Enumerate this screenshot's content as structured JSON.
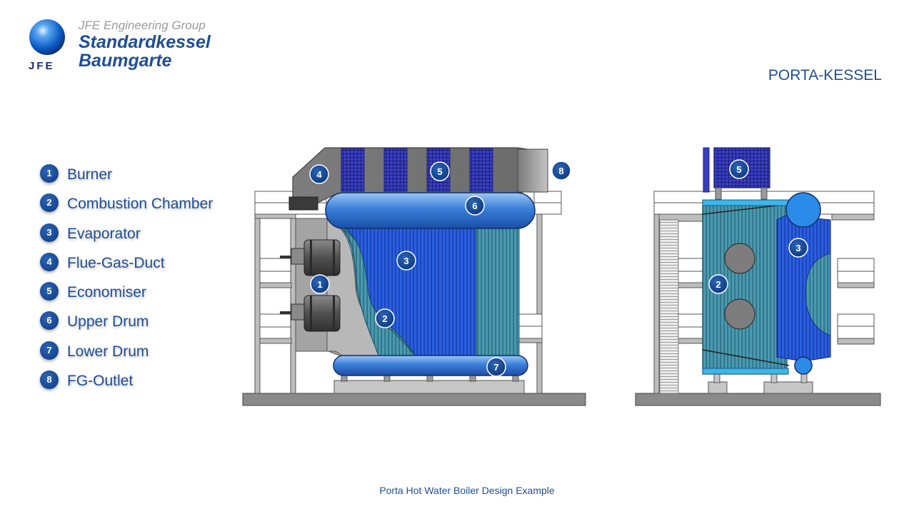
{
  "logo": {
    "group_text": "JFE Engineering Group",
    "name_line1": "Standardkessel",
    "name_line2": "Baumgarte",
    "brand_mark": "JFE"
  },
  "page_title": "PORTA-KESSEL",
  "legend": [
    {
      "num": "1",
      "label": "Burner"
    },
    {
      "num": "2",
      "label": "Combustion Chamber"
    },
    {
      "num": "3",
      "label": "Evaporator"
    },
    {
      "num": "4",
      "label": "Flue-Gas-Duct"
    },
    {
      "num": "5",
      "label": "Economiser"
    },
    {
      "num": "6",
      "label": "Upper Drum"
    },
    {
      "num": "7",
      "label": "Lower Drum"
    },
    {
      "num": "8",
      "label": "FG-Outlet"
    }
  ],
  "side_view_markers": [
    "1",
    "2",
    "3",
    "4",
    "5",
    "6",
    "7",
    "8"
  ],
  "front_view_markers": [
    "2",
    "3",
    "5"
  ],
  "caption": "Porta Hot Water Boiler Design Example",
  "colors": {
    "brand_blue": "#1f4e96",
    "badge_blue": "#0d3a80",
    "steel_gray": "#8c8c8c",
    "tube_blue": "#2a5fe0",
    "tube_teal": "#3e8a9e",
    "drum_blue": "#3a7fd9",
    "economiser_navy": "#2a2fa0"
  }
}
